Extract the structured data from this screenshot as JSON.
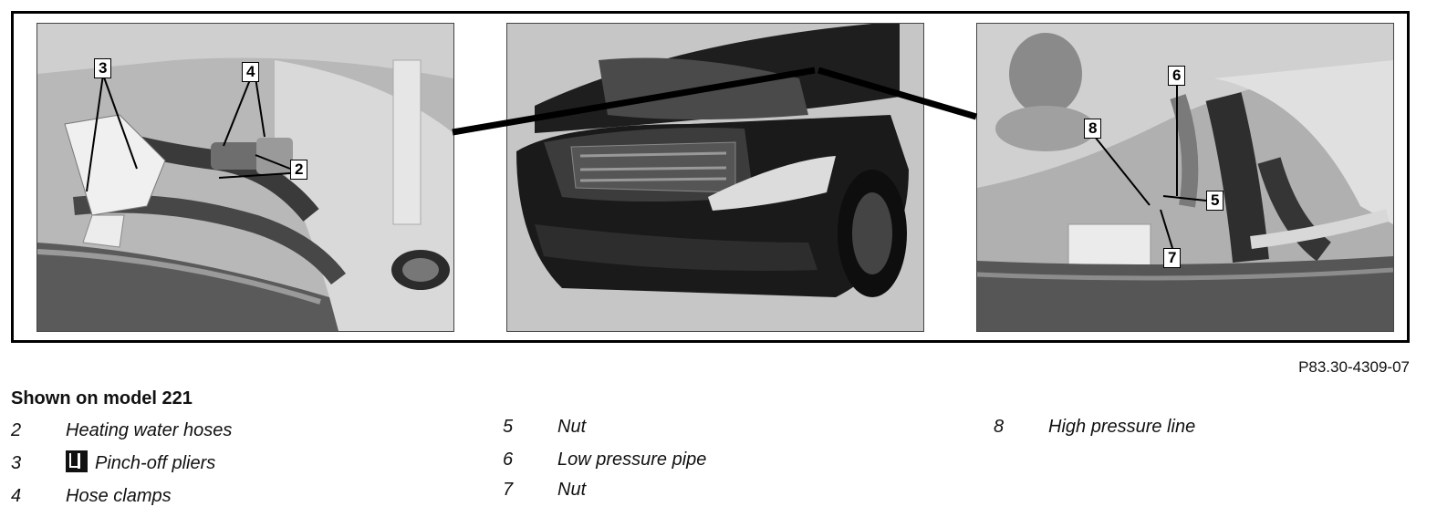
{
  "figure": {
    "reference_code": "P83.30-4309-07",
    "callouts_left": [
      "3",
      "4",
      "2"
    ],
    "callouts_right": [
      "6",
      "8",
      "5",
      "7"
    ]
  },
  "caption": {
    "title": "Shown on model 221"
  },
  "legend": {
    "col1": [
      {
        "num": "2",
        "text": "Heating water hoses"
      },
      {
        "num": "3",
        "text": "Pinch-off pliers",
        "icon": "special-tool-icon"
      },
      {
        "num": "4",
        "text": "Hose clamps"
      }
    ],
    "col2": [
      {
        "num": "5",
        "text": "Nut"
      },
      {
        "num": "6",
        "text": "Low pressure pipe"
      },
      {
        "num": "7",
        "text": "Nut"
      }
    ],
    "col3": [
      {
        "num": "8",
        "text": "High pressure line"
      }
    ]
  }
}
